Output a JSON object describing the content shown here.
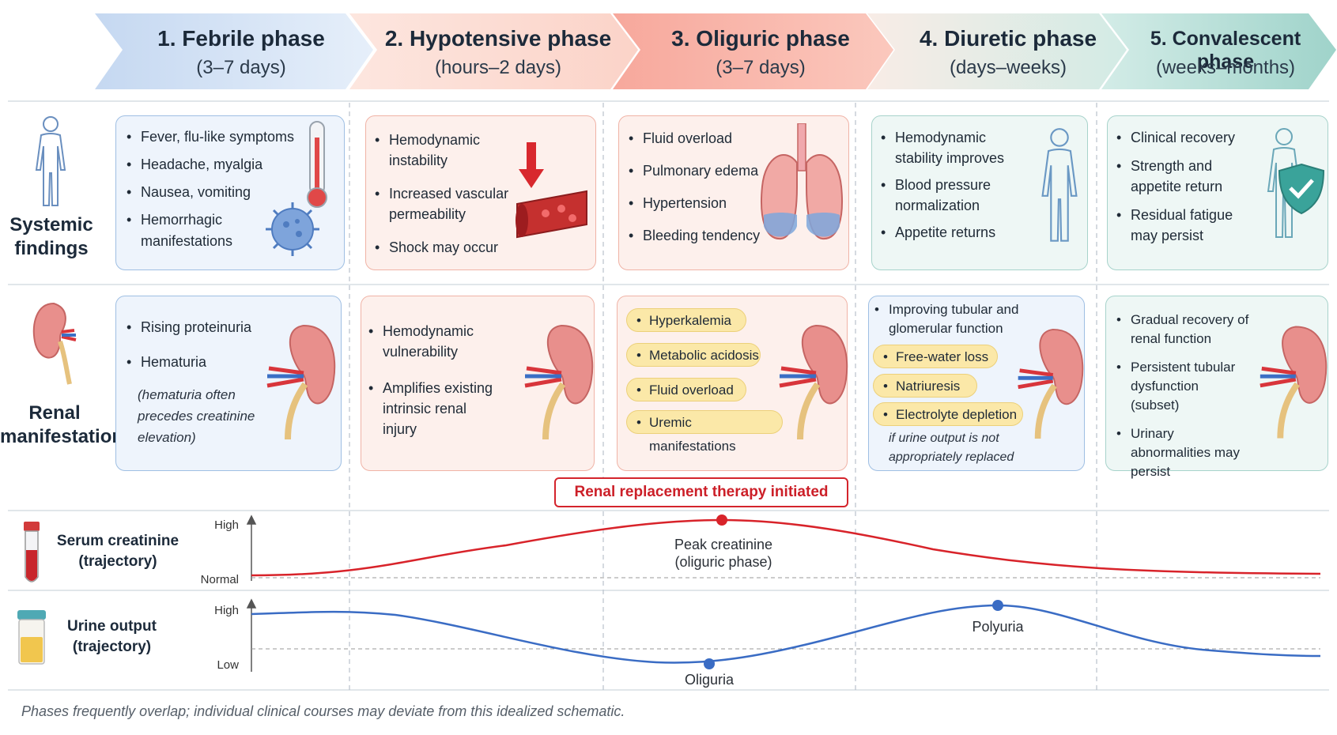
{
  "phases": [
    {
      "title": "1. Febrile phase",
      "subtitle": "(3–7 days)"
    },
    {
      "title": "2. Hypotensive phase",
      "subtitle": "(hours–2 days)"
    },
    {
      "title": "3. Oliguric phase",
      "subtitle": "(3–7 days)"
    },
    {
      "title": "4. Diuretic phase",
      "subtitle": "(days–weeks)"
    },
    {
      "title": "5. Convalescent phase",
      "subtitle": "(weeks–months)"
    }
  ],
  "rows": {
    "systemic_label_1": "Systemic",
    "systemic_label_2": "findings",
    "renal_label_1": "Renal",
    "renal_label_2": "manifestations"
  },
  "systemic": {
    "febrile": [
      "Fever, flu-like symptoms",
      "Headache, myalgia",
      "Nausea, vomiting",
      "Hemorrhagic manifestations"
    ],
    "hypotensive": [
      "Hemodynamic instability",
      "Increased vascular permeability",
      "Shock may occur"
    ],
    "oliguric": [
      "Fluid overload",
      "Pulmonary edema",
      "Hypertension",
      "Bleeding tendency"
    ],
    "diuretic": [
      "Hemodynamic stability improves",
      "Blood pressure normalization",
      "Appetite returns"
    ],
    "convalescent": [
      "Clinical recovery",
      "Strength and appetite return",
      "Residual fatigue may persist"
    ]
  },
  "renal": {
    "febrile": [
      "Rising proteinuria",
      "Hematuria"
    ],
    "febrile_note": "(hematuria often precedes creatinine elevation)",
    "hypotensive": [
      "Hemodynamic vulnerability",
      "Amplifies existing intrinsic renal injury"
    ],
    "oliguric_pills": [
      "Hyperkalemia",
      "Metabolic acidosis",
      "Fluid overload",
      "Uremic manifestations"
    ],
    "diuretic_intro": "Improving tubular and glomerular function",
    "diuretic_pills": [
      "Free-water loss",
      "Natriuresis",
      "Electrolyte depletion"
    ],
    "diuretic_note": "if urine output is not appropriately replaced",
    "convalescent": [
      "Gradual recovery of renal function",
      "Persistent tubular dysfunction (subset)",
      "Urinary abnormalities may persist"
    ]
  },
  "rrt_label": "Renal replacement therapy initiated",
  "creatinine": {
    "label_1": "Serum creatinine",
    "label_2": "(trajectory)",
    "axis_high": "High",
    "axis_low": "Normal",
    "peak_label_1": "Peak creatinine",
    "peak_label_2": "(oliguric phase)",
    "color": "#d8232a"
  },
  "urine": {
    "label_1": "Urine output",
    "label_2": "(trajectory)",
    "axis_high": "High",
    "axis_low": "Low",
    "oliguria_label": "Oliguria",
    "polyuria_label": "Polyuria",
    "color": "#3a6cc4"
  },
  "footnote": "Phases frequently overlap; individual clinical courses may deviate from this idealized schematic.",
  "colors": {
    "febrile": "#c9daf1",
    "hypotensive": "#fbd9cf",
    "oliguric": "#f6aea3",
    "diuretic": "#d4ebe6",
    "convalescent": "#a8d7cf",
    "pill": "#fbe8a8"
  },
  "icons": {
    "systemic_febrile": "thermometer-and-virus-icon",
    "systemic_hypotensive": "blood-vessel-down-arrow-icon",
    "systemic_oliguric": "lungs-edema-icon",
    "systemic_diuretic": "body-outline-icon",
    "systemic_convalescent": "body-shield-check-icon",
    "renal": "kidney-icon",
    "creatinine": "blood-tube-icon",
    "urine": "urine-cup-icon"
  }
}
